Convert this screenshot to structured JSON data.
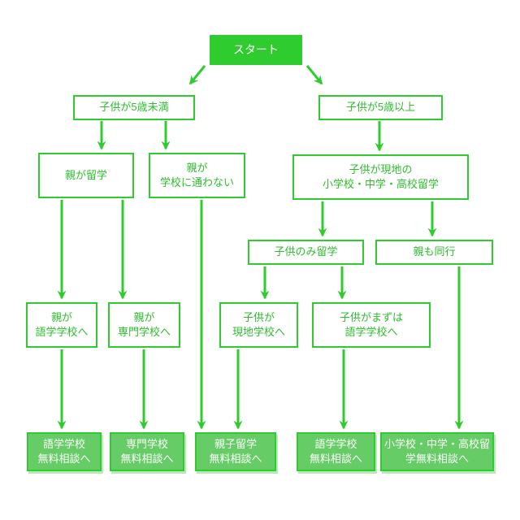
{
  "diagram": {
    "type": "flowchart",
    "language": "ja",
    "colors": {
      "accent_green": "#2ecc2e",
      "result_fill": "#66cc66",
      "box_fill": "#ffffff",
      "text_on_green": "#ffffff"
    },
    "nodes": {
      "start": {
        "label": "スタート",
        "role": "start"
      },
      "under5": {
        "label": "子供が5歳未満",
        "role": "decision"
      },
      "over5": {
        "label": "子供が5歳以上",
        "role": "decision"
      },
      "parent_study": {
        "label": "親が留学",
        "role": "decision"
      },
      "parent_noschool": {
        "label": "親が\n学校に通わない",
        "role": "decision"
      },
      "local_school": {
        "label": "子供が現地の\n小学校・中学・高校留学",
        "role": "decision"
      },
      "child_only": {
        "label": "子供のみ留学",
        "role": "decision"
      },
      "parent_accompany": {
        "label": "親も同行",
        "role": "decision"
      },
      "parent_lang": {
        "label": "親が\n語学学校へ",
        "role": "decision"
      },
      "parent_voc": {
        "label": "親が\n専門学校へ",
        "role": "decision"
      },
      "child_local": {
        "label": "子供が\n現地学校へ",
        "role": "decision"
      },
      "child_lang_first": {
        "label": "子供がまずは\n語学学校へ",
        "role": "decision"
      },
      "result_lang_1": {
        "label": "語学学校\n無料相談へ",
        "role": "result"
      },
      "result_voc": {
        "label": "専門学校\n無料相談へ",
        "role": "result"
      },
      "result_oyako": {
        "label": "親子留学\n無料相談へ",
        "role": "result"
      },
      "result_lang_2": {
        "label": "語学学校\n無料相談へ",
        "role": "result"
      },
      "result_k12": {
        "label": "小学校・中学・高校留学無料相談へ",
        "role": "result"
      }
    },
    "edges": [
      {
        "from": "start",
        "to": "under5"
      },
      {
        "from": "start",
        "to": "over5"
      },
      {
        "from": "under5",
        "to": "parent_study"
      },
      {
        "from": "under5",
        "to": "parent_noschool"
      },
      {
        "from": "over5",
        "to": "local_school"
      },
      {
        "from": "local_school",
        "to": "child_only"
      },
      {
        "from": "local_school",
        "to": "parent_accompany"
      },
      {
        "from": "parent_study",
        "to": "parent_lang"
      },
      {
        "from": "parent_study",
        "to": "parent_voc"
      },
      {
        "from": "parent_noschool",
        "to": "result_oyako"
      },
      {
        "from": "child_only",
        "to": "child_local"
      },
      {
        "from": "child_only",
        "to": "child_lang_first"
      },
      {
        "from": "parent_accompany",
        "to": "result_k12"
      },
      {
        "from": "parent_lang",
        "to": "result_lang_1"
      },
      {
        "from": "parent_voc",
        "to": "result_voc"
      },
      {
        "from": "child_local",
        "to": "result_oyako"
      },
      {
        "from": "child_lang_first",
        "to": "result_lang_2"
      }
    ]
  }
}
